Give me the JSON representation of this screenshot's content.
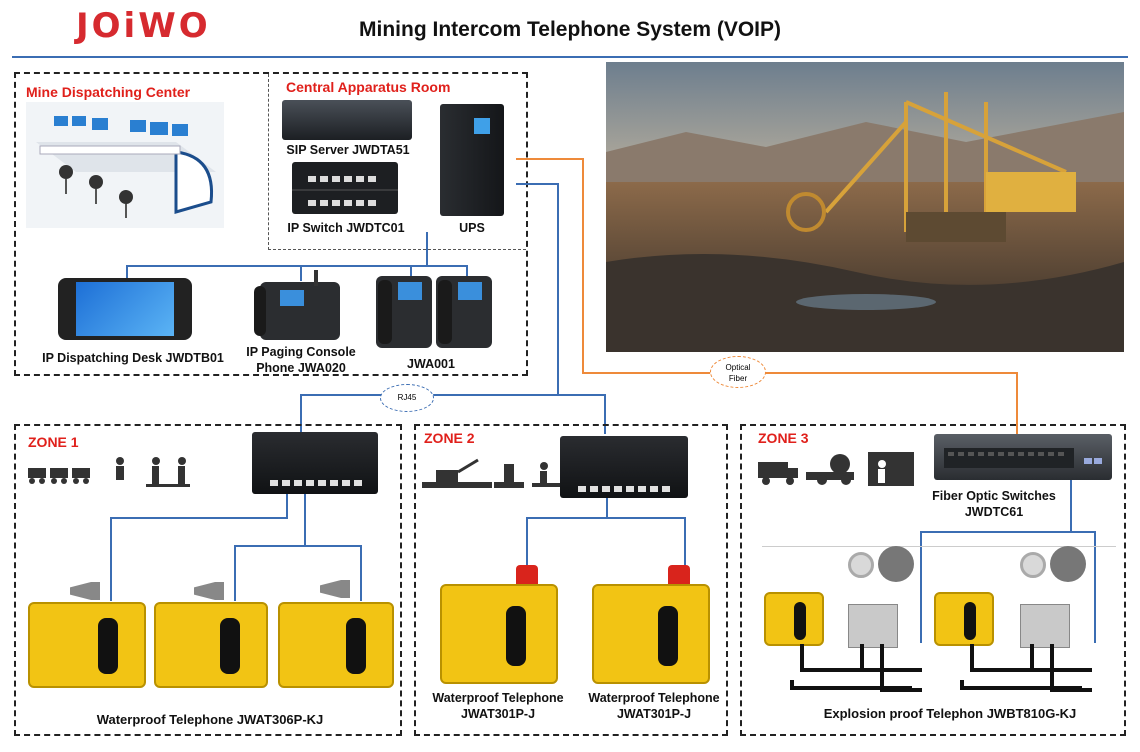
{
  "header": {
    "logo": "JOiWO",
    "title": "Mining Intercom Telephone System (VOIP)"
  },
  "dispatch": {
    "title": "Mine Dispatching Center"
  },
  "central": {
    "title": "Central Apparatus Room"
  },
  "devices": {
    "sip_server": "SIP Server JWDTA51",
    "ip_switch": "IP Switch JWDTC01",
    "ups": "UPS",
    "dispatch_desk": "IP Dispatching Desk JWDTB01",
    "paging_line1": "IP Paging Console",
    "paging_line2": "Phone JWA020",
    "jwa001": "JWA001"
  },
  "connectors": {
    "rj45": "RJ45",
    "optical_line1": "Optical",
    "optical_line2": "Fiber"
  },
  "zone1": {
    "title": "ZONE 1",
    "caption": "Waterproof Telephone JWAT306P-KJ"
  },
  "zone2": {
    "title": "ZONE 2",
    "caption1_line1": "Waterproof Telephone",
    "caption1_line2": "JWAT301P-J",
    "caption2_line1": "Waterproof Telephone",
    "caption2_line2": "JWAT301P-J"
  },
  "zone3": {
    "title": "ZONE 3",
    "switch_line1": "Fiber Optic Switches",
    "switch_line2": "JWDTC61",
    "caption": "Explosion proof Telephon JWBT810G-KJ"
  },
  "colors": {
    "brand": "#d62a2f",
    "zone_title": "#e0201b",
    "ethernet": "#3b6db3",
    "fiber": "#ee8a3a",
    "phone_yellow": "#f2c414"
  }
}
